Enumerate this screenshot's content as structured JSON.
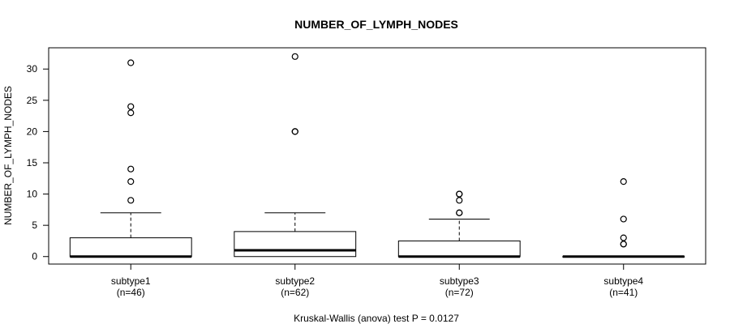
{
  "chart_data": {
    "type": "boxplot",
    "title": "NUMBER_OF_LYMPH_NODES",
    "xlabel": "",
    "ylabel": "NUMBER_OF_LYMPH_NODES",
    "ylim": [
      -1.2,
      33.4
    ],
    "yticks": [
      0,
      5,
      10,
      15,
      20,
      25,
      30
    ],
    "grid": false,
    "footer": "Kruskal-Wallis (anova) test P = 0.0127",
    "groups": [
      {
        "name": "subtype1",
        "n_label": "(n=46)",
        "min": 0,
        "q1": 0,
        "median": 0,
        "q3": 3,
        "max": 7,
        "outliers": [
          9,
          12,
          14,
          23,
          24,
          31
        ]
      },
      {
        "name": "subtype2",
        "n_label": "(n=62)",
        "min": 0,
        "q1": 0,
        "median": 1,
        "q3": 4,
        "max": 7,
        "outliers": [
          20,
          20,
          32
        ]
      },
      {
        "name": "subtype3",
        "n_label": "(n=72)",
        "min": 0,
        "q1": 0,
        "median": 0,
        "q3": 2.5,
        "max": 6,
        "outliers": [
          7,
          7,
          9,
          10,
          10
        ]
      },
      {
        "name": "subtype4",
        "n_label": "(n=41)",
        "min": 0,
        "q1": 0,
        "median": 0,
        "q3": 0,
        "max": 0,
        "outliers": [
          2,
          2,
          3,
          6,
          12
        ]
      }
    ]
  }
}
